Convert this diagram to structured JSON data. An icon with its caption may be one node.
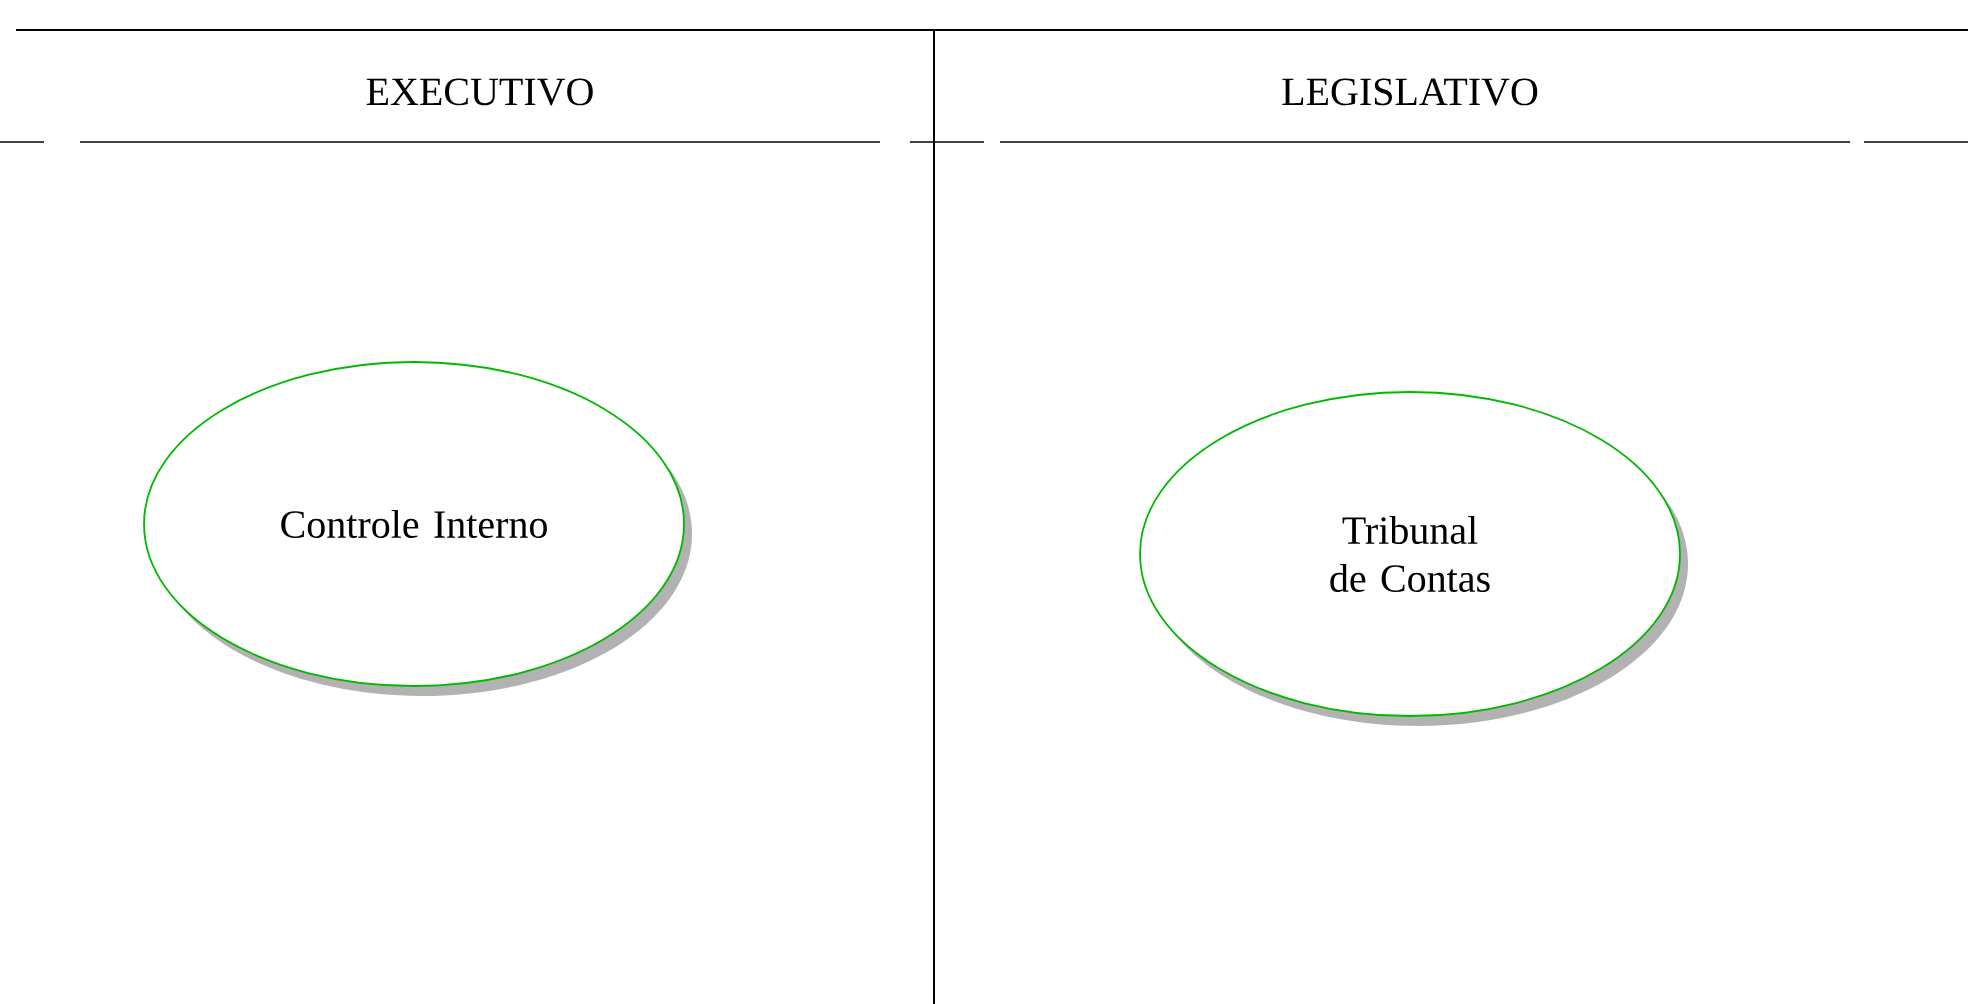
{
  "diagram": {
    "nodes": [
      {
        "text": [
          "Controle Interno"
        ]
      },
      {
        "text": [
          "Tribunal de Contas"
        ]
      }
    ],
    "labels": [
      "EXECUTIVO",
      "LEGISLATIVO"
    ]
  }
}
